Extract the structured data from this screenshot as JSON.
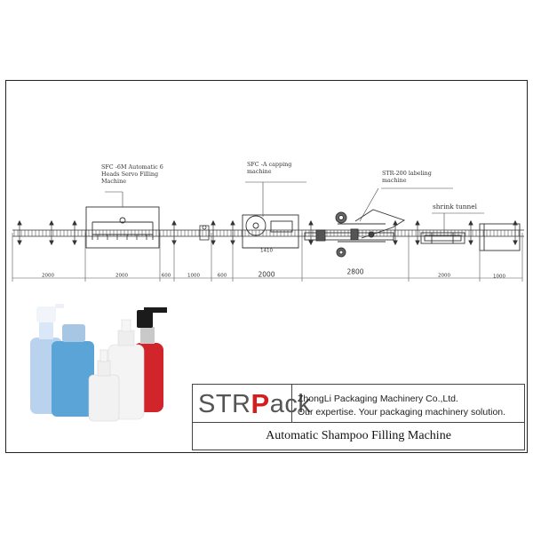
{
  "stations": {
    "filling": "SFC -6M Automatic 6\nHeads Servo Filling\nMachine",
    "capping": "SFC -A capping\nmachine",
    "labeling": "STR-200 labeling\nmachine",
    "shrink": "shrink tunnel"
  },
  "dimensions": [
    "2000",
    "2000",
    "600",
    "1000",
    "600",
    "1410",
    "2000",
    "2800",
    "2000",
    "1000"
  ],
  "logo": {
    "part1": "STR",
    "part2": "P",
    "part3": "ack",
    "accent_color": "#d21e1e"
  },
  "company_name": "ZhongLi Packaging Machinery Co.,Ltd.",
  "tagline": "Our expertise. Your packaging machinery solution.",
  "machine_title": "Automatic Shampoo Filling Machine"
}
